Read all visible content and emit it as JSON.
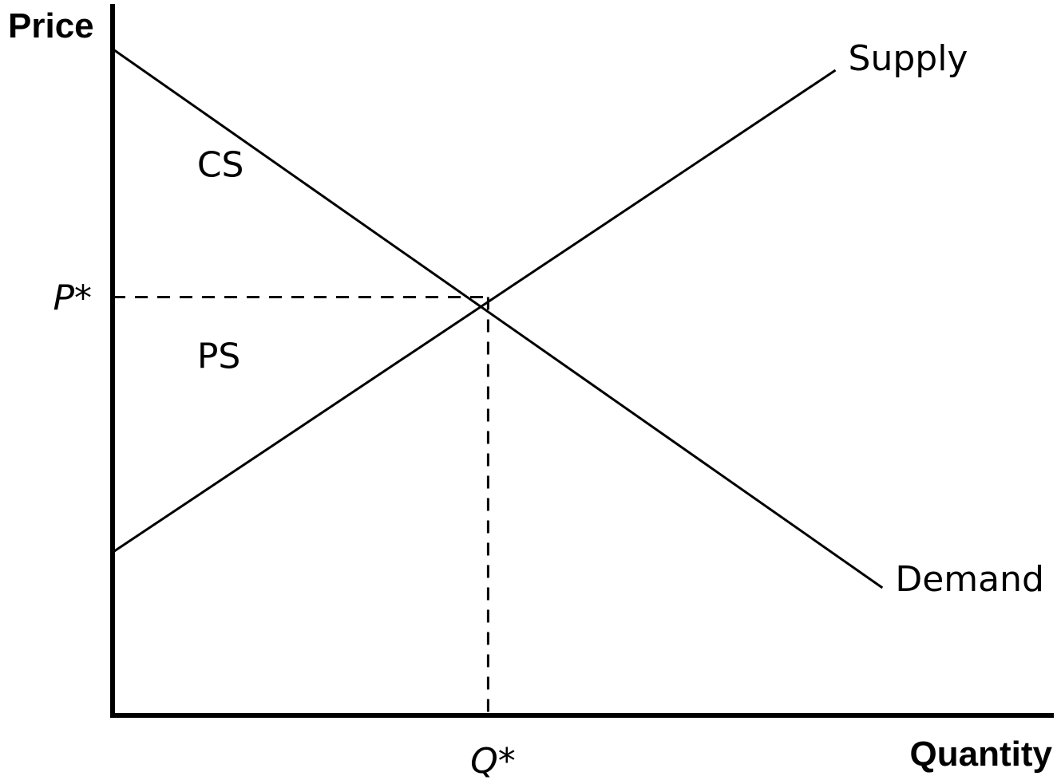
{
  "chart_data": {
    "type": "line",
    "title": "",
    "xlabel": "Quantity",
    "ylabel": "Price",
    "xlim": [
      0,
      10
    ],
    "ylim": [
      0,
      10
    ],
    "grid": false,
    "series": [
      {
        "name": "Supply",
        "x": [
          0,
          7.7
        ],
        "y": [
          2.3,
          9.1
        ]
      },
      {
        "name": "Demand",
        "x": [
          0,
          8.2
        ],
        "y": [
          9.4,
          1.8
        ]
      }
    ],
    "equilibrium": {
      "x": 4,
      "y": 5.9,
      "x_label": "Q*",
      "y_label": "P*"
    },
    "areas": [
      {
        "label": "CS",
        "x": 0.9,
        "y": 7.6
      },
      {
        "label": "PS",
        "x": 0.9,
        "y": 4.9
      }
    ],
    "colors": {
      "line": "#000000",
      "background": "#ffffff"
    }
  }
}
